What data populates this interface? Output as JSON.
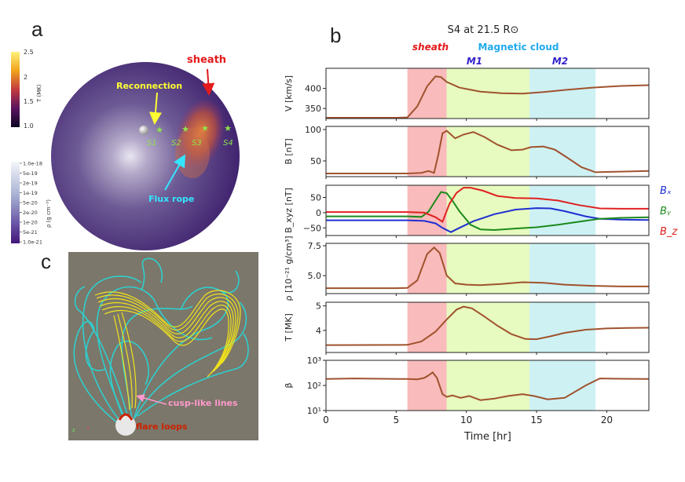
{
  "panel_labels": {
    "a": "a",
    "b": "b",
    "c": "c"
  },
  "panel_a": {
    "colorbar_T": {
      "label": "T (MK)",
      "ticks": [
        "2.5",
        "2",
        "1.5",
        "1.0"
      ]
    },
    "colorbar_rho": {
      "label": "ρ (g cm⁻³)",
      "ticks": [
        "1.0e-18",
        "5e-19",
        "2e-19",
        "1e-19",
        "5e-20",
        "2e-20",
        "1e-20",
        "5e-21",
        "1.0e-21"
      ]
    },
    "annotations": {
      "sheath": "sheath",
      "reconnection": "Reconnection",
      "flux_rope": "Flux rope"
    },
    "spacecraft": [
      "S1",
      "S2",
      "S3",
      "S4"
    ],
    "colors": {
      "sheath": "#e41a1c",
      "reconnection": "#ffff33",
      "flux_rope": "#33e6ff",
      "spacecraft": "#8fe34a"
    }
  },
  "panel_c": {
    "annotations": {
      "cusp": "cusp-like lines",
      "flare": "flare loops"
    },
    "colors": {
      "cusp": "#ff99cc",
      "flare": "#cc2200",
      "field_lines": "#2ad4d4",
      "flux_rope": "#f2e31c",
      "background": "#7b776a"
    }
  },
  "chart_data": {
    "type": "line",
    "title": "S4 at 21.5 R⊙",
    "xlabel": "Time [hr]",
    "xlim": [
      0,
      23
    ],
    "xticks": [
      0,
      5,
      10,
      15,
      20
    ],
    "regions": [
      {
        "label": "sheath",
        "start": 5.8,
        "end": 8.6,
        "color": "#f8b4b4"
      },
      {
        "label": "M1",
        "start": 8.6,
        "end": 14.5,
        "color": "#e4f9b8"
      },
      {
        "label": "M2",
        "start": 14.5,
        "end": 19.2,
        "color": "#c9f0f3"
      }
    ],
    "top_labels": {
      "sheath": "sheath",
      "cloud": "Magnetic cloud",
      "m1": "M1",
      "m2": "M2"
    },
    "top_colors": {
      "sheath": "#e41a1c",
      "cloud": "#22aaee",
      "m": "#3322cc"
    },
    "panels": [
      {
        "ylabel": "V [km/s]",
        "ylim": [
          325,
          450
        ],
        "yticks": [
          350,
          400
        ],
        "yticklabels": [
          "350",
          "400"
        ],
        "series": [
          {
            "color": "#a0522d",
            "x": [
              0,
              5,
              5.8,
              6.5,
              7.2,
              7.8,
              8.2,
              8.6,
              9.5,
              11,
              12.5,
              14,
              15.5,
              17,
              19,
              21,
              23
            ],
            "y": [
              327,
              327,
              328,
              355,
              405,
              430,
              428,
              416,
              402,
              392,
              388,
              387,
              391,
              396,
              402,
              406,
              408
            ]
          }
        ]
      },
      {
        "ylabel": "B [nT]",
        "ylim": [
          25,
          105
        ],
        "yticks": [
          50,
          100
        ],
        "yticklabels": [
          "50",
          "100"
        ],
        "series": [
          {
            "color": "#a0522d",
            "x": [
              0,
              4,
              5.8,
              6.8,
              7.3,
              7.7,
              8.0,
              8.3,
              8.6,
              9.2,
              9.8,
              10.5,
              11.3,
              12.2,
              13.2,
              14,
              14.6,
              15.5,
              16.3,
              17.2,
              18.2,
              19.2,
              21,
              23
            ],
            "y": [
              30,
              30,
              30,
              31,
              34,
              31,
              60,
              94,
              98,
              86,
              92,
              96,
              88,
              76,
              67,
              68,
              72,
              73,
              68,
              55,
              40,
              32,
              33,
              34
            ]
          }
        ]
      },
      {
        "ylabel": "B_xyz [nT]",
        "ylim": [
          -75,
          90
        ],
        "yticks": [
          -50,
          0,
          50
        ],
        "yticklabels": [
          "−50",
          "0",
          "50"
        ],
        "series": [
          {
            "name": "Bx",
            "color": "#1f2fd1",
            "x": [
              0,
              5.8,
              7.0,
              7.8,
              8.3,
              8.9,
              9.5,
              10.5,
              12.0,
              13.5,
              15.0,
              16.0,
              17.0,
              18.5,
              19.5,
              21,
              23
            ],
            "y": [
              -25,
              -25,
              -27,
              -35,
              -50,
              -64,
              -50,
              -28,
              -5,
              10,
              15,
              14,
              5,
              -12,
              -20,
              -23,
              -24
            ]
          },
          {
            "name": "By",
            "color": "#1c8a1c",
            "x": [
              0,
              5.8,
              6.8,
              7.3,
              7.8,
              8.2,
              8.6,
              9.0,
              9.5,
              10.3,
              11.0,
              12.0,
              13.5,
              15.0,
              16.5,
              18.0,
              19.5,
              21,
              23
            ],
            "y": [
              -12,
              -12,
              -14,
              3,
              40,
              68,
              64,
              40,
              5,
              -40,
              -55,
              -57,
              -52,
              -48,
              -40,
              -30,
              -20,
              -17,
              -15
            ]
          },
          {
            "name": "Bz",
            "color": "#e02020",
            "x": [
              0,
              5.8,
              7.0,
              7.8,
              8.3,
              8.8,
              9.3,
              9.8,
              10.3,
              11.2,
              12.2,
              13.5,
              15.0,
              16.5,
              18.0,
              19.5,
              21,
              23
            ],
            "y": [
              2,
              2,
              0,
              -15,
              -30,
              30,
              65,
              82,
              82,
              72,
              55,
              48,
              47,
              40,
              25,
              14,
              13,
              13
            ]
          }
        ]
      },
      {
        "ylabel": "ρ [10⁻²¹ g/cm³]",
        "ylim": [
          3.5,
          7.7
        ],
        "yticks": [
          5.0,
          7.5
        ],
        "yticklabels": [
          "5.0",
          "7.5"
        ],
        "series": [
          {
            "color": "#a0522d",
            "x": [
              0,
              5,
              5.8,
              6.5,
              7.2,
              7.7,
              8.1,
              8.6,
              9.2,
              10,
              11,
              12.5,
              14,
              15.5,
              17,
              19,
              21,
              23
            ],
            "y": [
              3.95,
              3.95,
              3.97,
              4.6,
              6.8,
              7.35,
              6.9,
              5.0,
              4.35,
              4.25,
              4.2,
              4.3,
              4.45,
              4.4,
              4.25,
              4.15,
              4.1,
              4.1
            ]
          }
        ]
      },
      {
        "ylabel": "T [MK]",
        "ylim": [
          3.1,
          5.15
        ],
        "yticks": [
          4,
          5
        ],
        "yticklabels": [
          "4",
          "5"
        ],
        "series": [
          {
            "color": "#a0522d",
            "x": [
              0,
              5.8,
              6.8,
              7.8,
              8.6,
              9.3,
              9.8,
              10.4,
              11.2,
              12.2,
              13.2,
              14.2,
              15,
              16,
              17,
              18.5,
              20,
              21.5,
              23
            ],
            "y": [
              3.4,
              3.41,
              3.55,
              3.95,
              4.45,
              4.85,
              4.97,
              4.9,
              4.6,
              4.2,
              3.85,
              3.65,
              3.64,
              3.76,
              3.9,
              4.03,
              4.08,
              4.1,
              4.11
            ]
          }
        ]
      },
      {
        "ylabel": "β",
        "ylim": [
          10,
          1000
        ],
        "log": true,
        "yticks": [
          10,
          100,
          1000
        ],
        "yticklabels": [
          "10¹",
          "10²",
          "10³"
        ],
        "series": [
          {
            "color": "#a0522d",
            "x": [
              0,
              2,
              4,
              5.8,
              6.5,
              7.0,
              7.3,
              7.6,
              7.9,
              8.3,
              8.6,
              9.0,
              9.6,
              10.2,
              11,
              12,
              13,
              14,
              14.8,
              15.8,
              17,
              18.5,
              19.5,
              21,
              23
            ],
            "y": [
              180,
              190,
              185,
              180,
              175,
              200,
              250,
              330,
              200,
              45,
              35,
              40,
              32,
              38,
              26,
              30,
              38,
              45,
              38,
              28,
              32,
              100,
              190,
              185,
              180
            ]
          }
        ]
      }
    ],
    "legend": {
      "Bx": "Bₓ",
      "By": "Bᵧ",
      "Bz": "B_z"
    }
  }
}
